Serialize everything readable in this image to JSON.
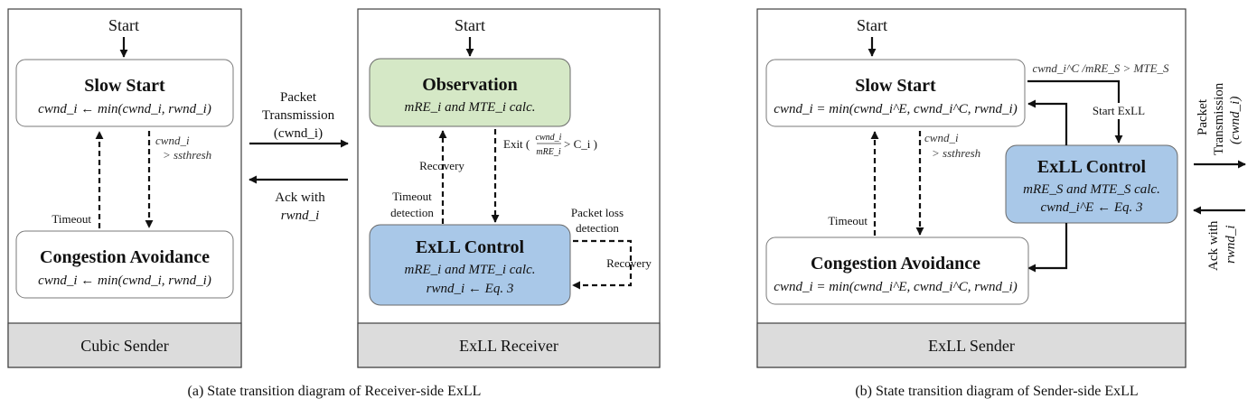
{
  "panel_a": {
    "cubic_sender": {
      "start": "Start",
      "slow_start_title": "Slow Start",
      "slow_start_formula": "cwnd_i ← min(cwnd_i, rwnd_i)",
      "ssthresh_cond_1": "cwnd_i",
      "ssthresh_cond_2": "> ssthresh",
      "timeout": "Timeout",
      "ca_title": "Congestion Avoidance",
      "ca_formula": "cwnd_i ← min(cwnd_i, rwnd_i)",
      "footer": "Cubic Sender"
    },
    "link": {
      "packet_1": "Packet",
      "packet_2": "Transmission",
      "packet_3": "(cwnd_i)",
      "ack_1": "Ack with",
      "ack_2": "rwnd_i"
    },
    "receiver": {
      "start": "Start",
      "obs_title": "Observation",
      "obs_formula": "mRE_i and MTE_i calc.",
      "exit_label": "Exit (",
      "exit_frac_num": "cwnd_i",
      "exit_frac_den": "mRE_i",
      "exit_cond": "> C_i )",
      "recovery": "Recovery",
      "timeout_1": "Timeout",
      "timeout_2": "detection",
      "packet_loss_1": "Packet loss",
      "packet_loss_2": "detection",
      "recovery_loop": "Recovery",
      "exll_title": "ExLL Control",
      "exll_line1": "mRE_i and MTE_i calc.",
      "exll_line2": "rwnd_i ← Eq. 3",
      "footer": "ExLL Receiver"
    },
    "caption": "(a)  State transition diagram of Receiver-side ExLL"
  },
  "panel_b": {
    "sender": {
      "start": "Start",
      "slow_start_title": "Slow Start",
      "slow_start_formula": "cwnd_i = min(cwnd_i^E, cwnd_i^C, rwnd_i)",
      "mte_cond": "cwnd_i^C /mRE_S > MTE_S",
      "start_exll": "Start ExLL",
      "ssthresh_cond_1": "cwnd_i",
      "ssthresh_cond_2": "> ssthresh",
      "timeout": "Timeout",
      "exll_title": "ExLL Control",
      "exll_line1": "mRE_S and MTE_S calc.",
      "exll_line2": "cwnd_i^E ← Eq. 3",
      "ca_title": "Congestion Avoidance",
      "ca_formula": "cwnd_i = min(cwnd_i^E, cwnd_i^C, rwnd_i)",
      "footer": "ExLL Sender",
      "packet_1": "Packet",
      "packet_2": "Transmission",
      "packet_3": "(cwnd_i)",
      "ack_1": "Ack with",
      "ack_2": "rwnd_i"
    },
    "caption": "(b)  State transition diagram of Sender-side ExLL"
  },
  "colors": {
    "observation_fill": "#d5e8c6",
    "exll_fill": "#a9c8e8",
    "footer_fill": "#dcdcdc"
  }
}
